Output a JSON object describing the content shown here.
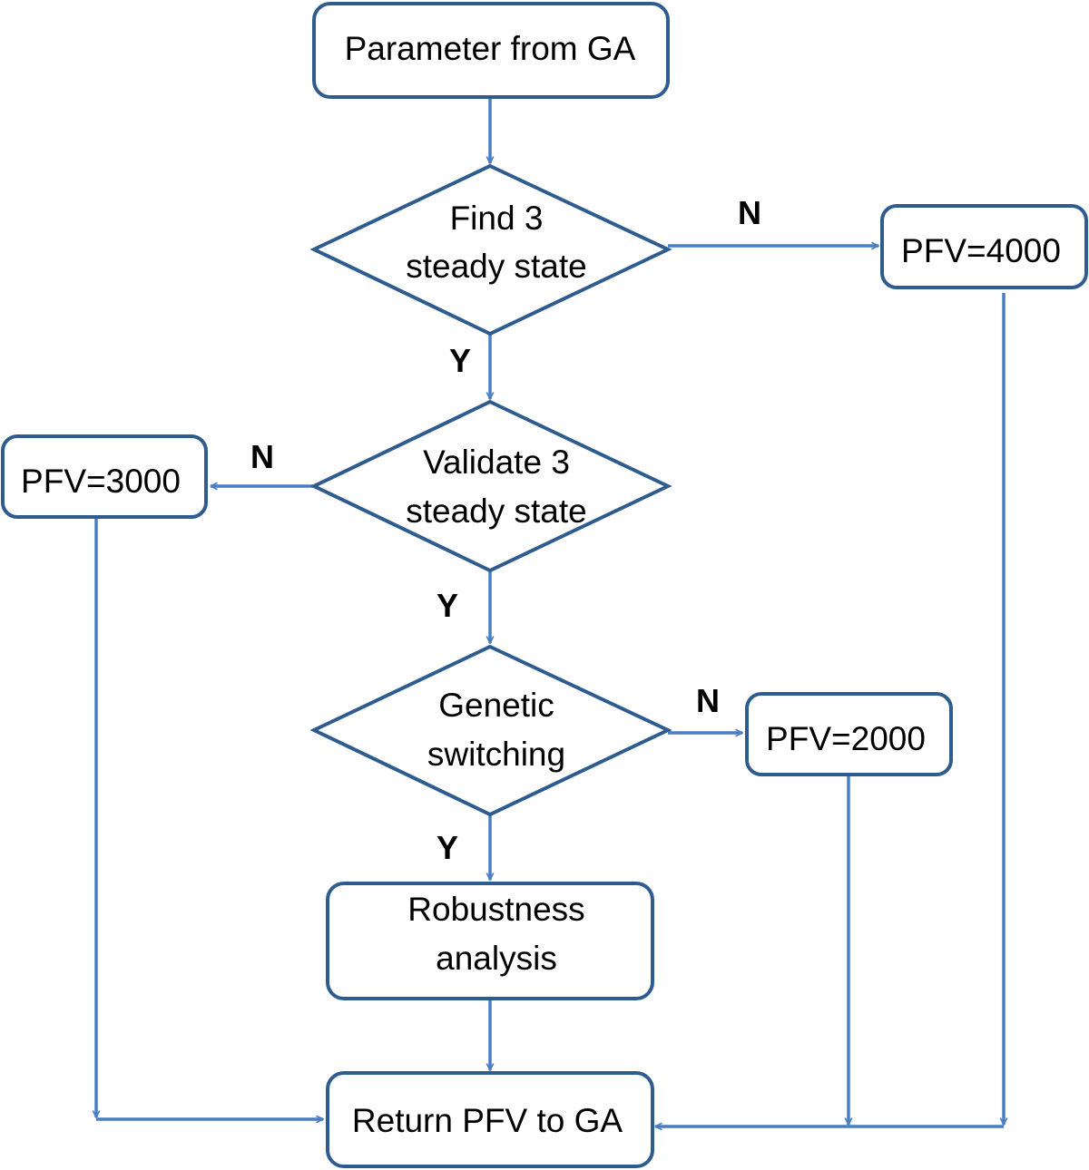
{
  "nodes": {
    "start": "Parameter from GA",
    "find_line1": "Find 3",
    "find_line2": "steady state",
    "validate_line1": "Validate 3",
    "validate_line2": "steady state",
    "genetic_line1": "Genetic",
    "genetic_line2": "switching",
    "robust_line1": "Robustness",
    "robust_line2": "analysis",
    "return": "Return PFV to GA",
    "pfv4000": "PFV=4000",
    "pfv3000": "PFV=3000",
    "pfv2000": "PFV=2000"
  },
  "edge_labels": {
    "find_no": "N",
    "find_yes": "Y",
    "validate_no": "N",
    "validate_yes": "Y",
    "genetic_no": "N",
    "genetic_yes": "Y"
  },
  "colors": {
    "node_border": "#2f5c8f",
    "arrow": "#4a7ec4"
  }
}
